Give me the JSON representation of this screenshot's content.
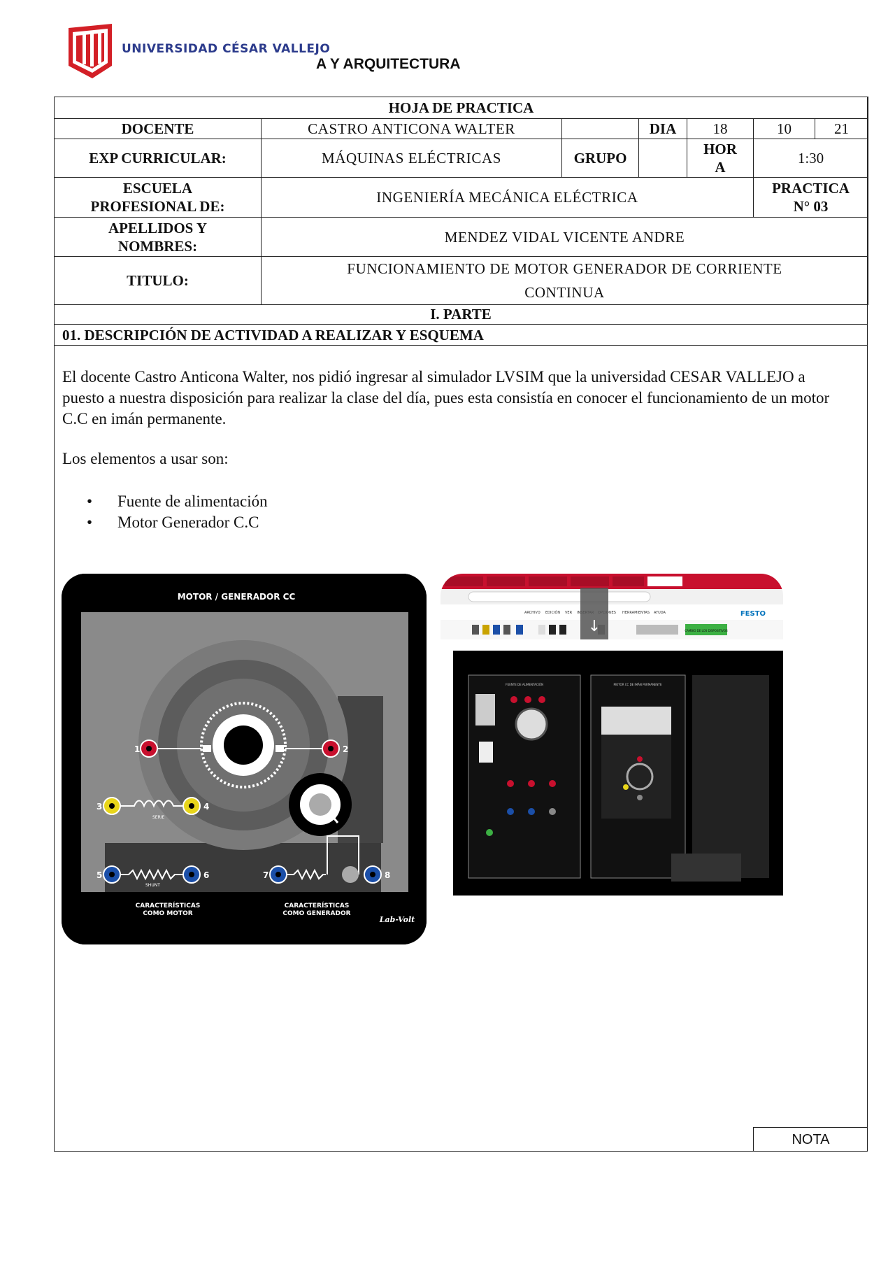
{
  "header": {
    "university": "UNIVERSIDAD CÉSAR VALLEJO",
    "faculty": "A Y ARQUITECTURA"
  },
  "form": {
    "title": "HOJA DE PRACTICA",
    "docente_label": "DOCENTE",
    "docente_value": "CASTRO ANTICONA WALTER",
    "dia_label": "DIA",
    "dia_day": "18",
    "dia_month": "10",
    "dia_year": "21",
    "exp_label": "EXP CURRICULAR:",
    "exp_value": "MÁQUINAS ELÉCTRICAS",
    "grupo_label": "GRUPO",
    "hora_label_1": "HOR",
    "hora_label_2": "A",
    "hora_value": "1:30",
    "escuela_label_1": "ESCUELA",
    "escuela_label_2": "PROFESIONAL DE:",
    "escuela_value": "INGENIERÍA MECÁNICA ELÉCTRICA",
    "practica_label": "PRACTICA",
    "practica_num": "N° 03",
    "apellidos_label_1": "APELLIDOS Y",
    "apellidos_label_2": "NOMBRES:",
    "apellidos_value": "MENDEZ VIDAL VICENTE ANDRE",
    "titulo_label": "TITULO:",
    "titulo_value_1": "FUNCIONAMIENTO DE MOTOR GENERADOR DE CORRIENTE",
    "titulo_value_2": "CONTINUA"
  },
  "sections": {
    "parte": "I. PARTE",
    "desc_title": "01. DESCRIPCIÓN DE ACTIVIDAD A REALIZAR Y ESQUEMA",
    "paragraph": "El docente Castro Anticona Walter, nos pidió ingresar al simulador LVSIM que la universidad CESAR VALLEJO a puesto a nuestra disposición para realizar la clase del día, pues esta consistía en conocer el funcionamiento de un motor C.C en imán permanente.",
    "elements_label": "Los elementos a usar son:",
    "items": [
      "Fuente de alimentación",
      "Motor Generador C.C"
    ]
  },
  "panel_left": {
    "title": "MOTOR / GENERADOR CC",
    "terminals": [
      "1",
      "2",
      "3",
      "4",
      "5",
      "6",
      "7",
      "8"
    ],
    "series_label": "SERIE",
    "shunt_label": "SHUNT",
    "motor_label_1": "CARACTERÍSTICAS",
    "motor_label_2": "COMO MOTOR",
    "gen_label_1": "CARACTERÍSTICAS",
    "gen_label_2": "COMO GENERADOR",
    "brand": "Lab-Volt",
    "colors": {
      "red": "#c8102e",
      "yellow": "#e8d51a",
      "blue": "#1b4fa8",
      "panel": "#8a8a8a"
    }
  },
  "panel_right": {
    "festo": "FESTO",
    "menu": [
      "ARCHIVO",
      "EDICIÓN",
      "VER",
      "INSERTAR",
      "OPCIONES",
      "HERRAMIENTAS",
      "AYUDA"
    ],
    "toolbar_btn": "CAMBIO DE LOS DISPOSITIVOS",
    "module_1": "FUENTE DE ALIMENTACIÓN",
    "module_2": "MOTOR CC DE IMÁN PERMANENTE",
    "browser_bar_color": "#c8102e"
  },
  "footer": {
    "nota": "NOTA"
  }
}
